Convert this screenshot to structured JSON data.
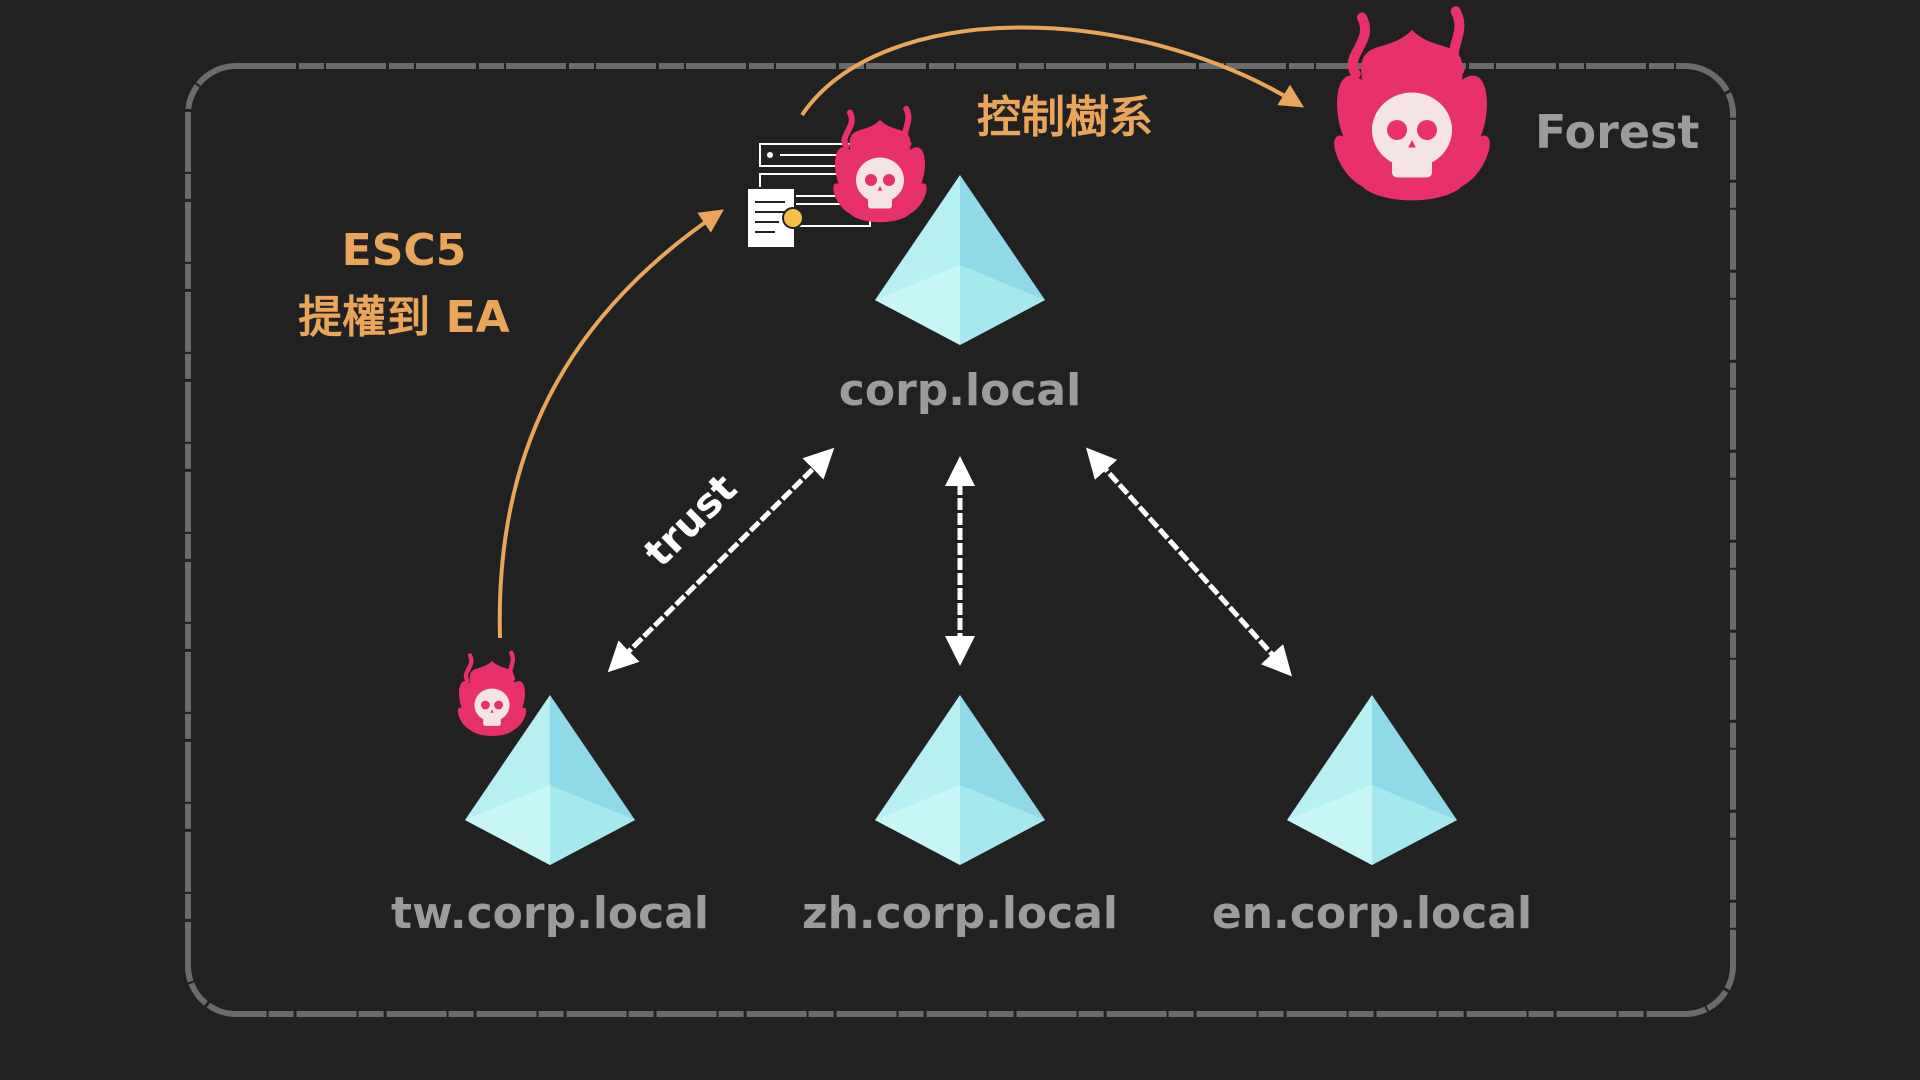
{
  "forest": {
    "label": "Forest"
  },
  "root_domain": {
    "label": "corp.local"
  },
  "child_domains": [
    {
      "label": "tw.corp.local"
    },
    {
      "label": "zh.corp.local"
    },
    {
      "label": "en.corp.local"
    }
  ],
  "annotations": {
    "trust": "trust",
    "esc5_line1": "ESC5",
    "esc5_line2": "提權到 EA",
    "control_forest": "控制樹系"
  },
  "colors": {
    "background": "#212121",
    "frame": "#6b6b6b",
    "label": "#9c9c9c",
    "accent": "#e9a55a",
    "skull_flame": "#e8306a",
    "pyramid_light": "#a8eef0",
    "pyramid_dark": "#7fcfe0"
  },
  "icons": {
    "domain": "pyramid-icon",
    "compromised": "flaming-skull-icon",
    "certificate_server": "certificate-server-icon"
  }
}
